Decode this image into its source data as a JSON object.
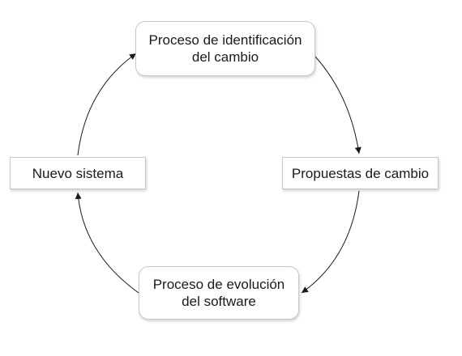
{
  "diagram": {
    "nodes": {
      "top": {
        "line1": "Proceso de identificación",
        "line2": "del cambio"
      },
      "right": {
        "label": "Propuestas de cambio"
      },
      "bottom": {
        "line1": "Proceso de evolución",
        "line2": "del software"
      },
      "left": {
        "label": "Nuevo sistema"
      }
    },
    "edges": [
      {
        "from": "top",
        "to": "right"
      },
      {
        "from": "right",
        "to": "bottom"
      },
      {
        "from": "bottom",
        "to": "left"
      },
      {
        "from": "left",
        "to": "top"
      }
    ]
  }
}
